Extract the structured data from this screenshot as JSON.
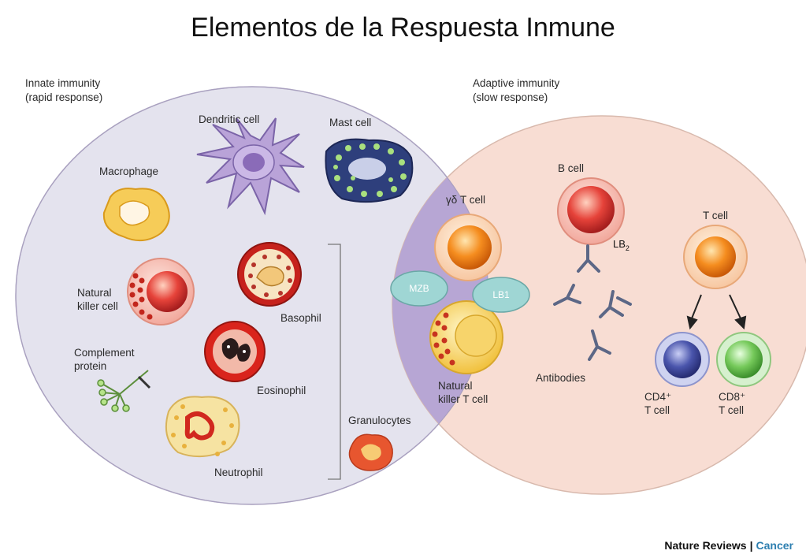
{
  "title": "Elementos de la Respuesta Inmune",
  "innate": {
    "heading": "Innate immunity",
    "subheading": "(rapid response)"
  },
  "adaptive": {
    "heading": "Adaptive immunity",
    "subheading": "(slow response)"
  },
  "cells": {
    "dendritic": "Dendritic cell",
    "mast": "Mast cell",
    "macrophage": "Macrophage",
    "nk_line1": "Natural",
    "nk_line2": "killer cell",
    "basophil": "Basophil",
    "complement_line1": "Complement",
    "complement_line2": "protein",
    "eosinophil": "Eosinophil",
    "neutrophil": "Neutrophil",
    "granulocytes": "Granulocytes",
    "gd_tcell": "γδ T cell",
    "nkt_line1": "Natural",
    "nkt_line2": "killer T cell",
    "bcell": "B cell",
    "antibodies": "Antibodies",
    "tcell": "T cell",
    "cd4_line1": "CD4⁺",
    "cd4_line2": "T cell",
    "cd8_line1": "CD8⁺",
    "cd8_line2": "T cell"
  },
  "overlays": {
    "mzb": "MZB",
    "lb1": "LB1",
    "lb2": "LB",
    "lb2_sub": "2"
  },
  "credit": {
    "journal": "Nature Reviews",
    "separator": "|",
    "section": "Cancer"
  },
  "colors": {
    "innate_fill": "#e4e3ee",
    "adaptive_fill": "#f8ddd3",
    "overlap_fill": "#b7a6d4",
    "oval_badge": "#9fd6d4",
    "credit_accent": "#2d7fb0"
  }
}
